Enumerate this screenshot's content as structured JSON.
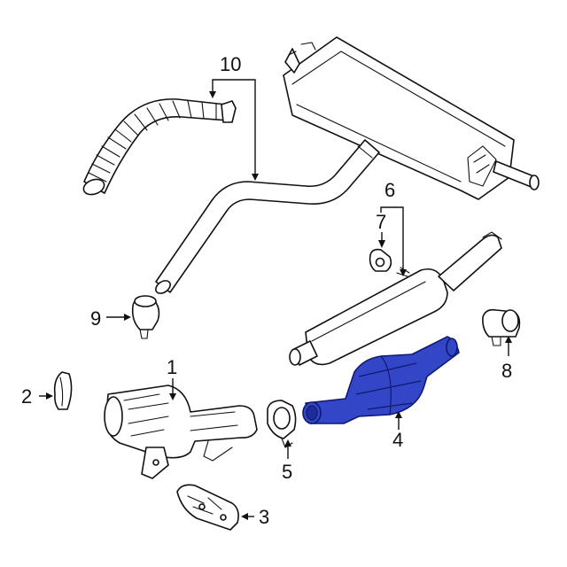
{
  "diagram": {
    "callouts": {
      "c1": "1",
      "c2": "2",
      "c3": "3",
      "c4": "4",
      "c5": "5",
      "c6": "6",
      "c7": "7",
      "c8": "8",
      "c9": "9",
      "c10": "10"
    },
    "colors": {
      "highlight": "#3446c8",
      "line": "#111111",
      "background": "#ffffff"
    }
  }
}
